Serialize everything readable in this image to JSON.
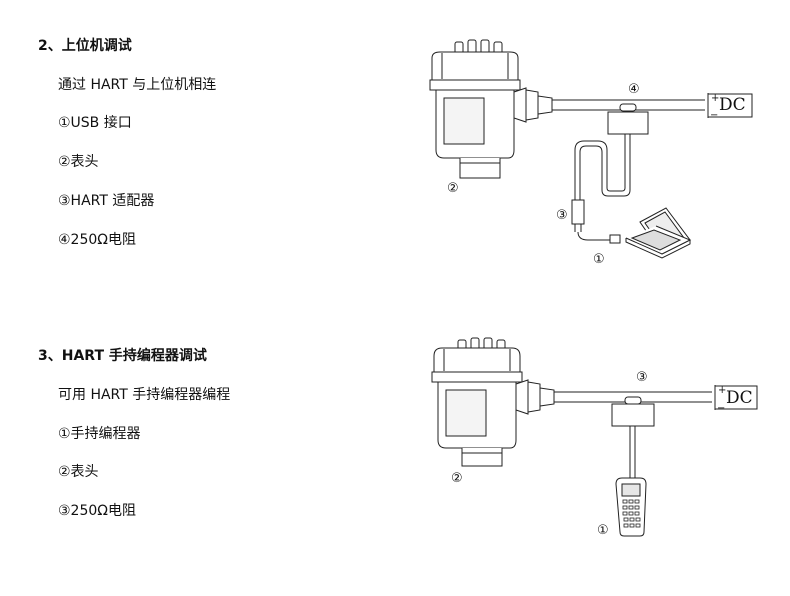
{
  "section2": {
    "heading": "2、上位机调试",
    "items": [
      "通过 HART 与上位机相连",
      "①USB 接口",
      "②表头",
      "③HART 适配器",
      "④250Ω电阻"
    ]
  },
  "section3": {
    "heading": "3、HART  手持编程器调试",
    "items": [
      "可用  HART  手持编程器编程",
      "①手持编程器",
      "②表头",
      "③250Ω电阻"
    ]
  },
  "diagram1": {
    "power_plus": "+",
    "power_label": "DC",
    "power_minus": "−",
    "label_meter": "②",
    "label_resistor": "④",
    "label_adapter": "③",
    "label_usb": "①"
  },
  "diagram2": {
    "power_plus": "+",
    "power_label": "DC",
    "power_minus": "−",
    "label_meter": "②",
    "label_resistor": "③",
    "label_handheld": "①"
  }
}
